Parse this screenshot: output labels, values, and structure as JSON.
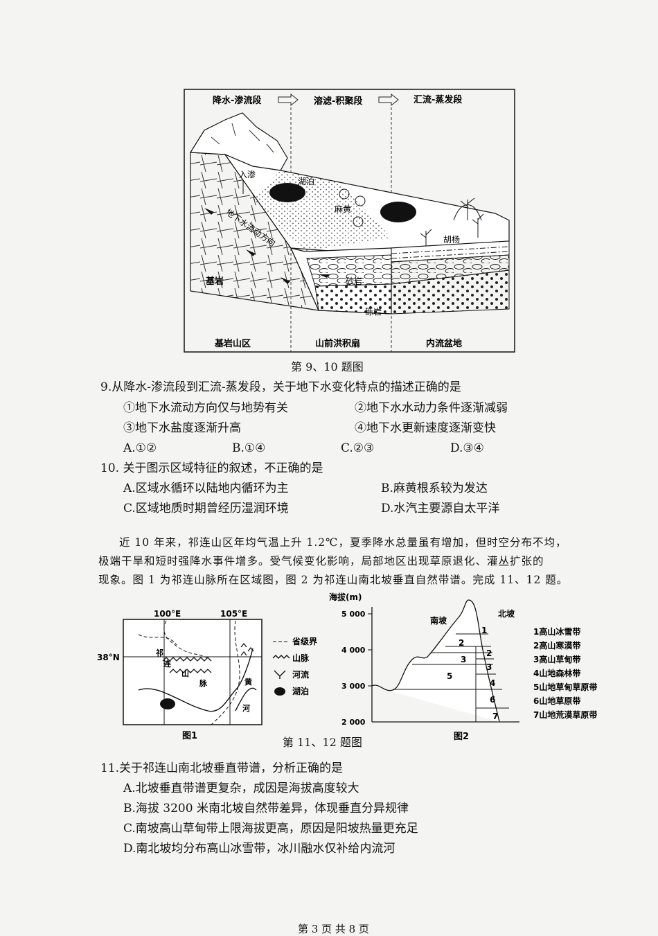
{
  "fig1": {
    "stages": [
      "降水-渗流段",
      "溶滤-积聚段",
      "汇流-蒸发段"
    ],
    "labels": {
      "infiltration": "入渗",
      "lake": "湖泊",
      "ephedra": "麻黄",
      "poplar": "胡杨",
      "flow": "地下水流动方向",
      "bedrock": "基岩",
      "sandstone": "砂岩",
      "conglomerate": "砾岩"
    },
    "zones": [
      "基岩山区",
      "山前洪积扇",
      "内流盆地"
    ],
    "caption": "第 9、10 题图"
  },
  "q9": {
    "stem": "9.从降水-渗流段到汇流-蒸发段，关于地下水变化特点的描述正确的是",
    "s1": "①地下水流动方向仅与地势有关",
    "s2": "②地下水水动力条件逐渐减弱",
    "s3": "③地下水盐度逐渐升高",
    "s4": "④地下水更新速度逐渐变快",
    "a": "A.①②",
    "b": "B.①④",
    "c": "C.②③",
    "d": "D.③④"
  },
  "q10": {
    "stem": "10. 关于图示区域特征的叙述，不正确的是",
    "a": "A.区域水循环以陆地内循环为主",
    "b": "B.麻黄根系较为发达",
    "c": "C.区域地质时期曾经历湿润环境",
    "d": "D.水汽主要源自太平洋"
  },
  "passage": {
    "l1": "近 10 年来，祁连山区年均气温上升 1.2℃，夏季降水总量虽有增加，但时空分布不均，",
    "l2": "极端干旱和短时强降水事件增多。受气候变化影响，局部地区出现草原退化、灌丛扩张的",
    "l3": "现象。图 1 为祁连山脉所在区域图，图 2 为祁连山南北坡垂直自然带谱。完成 11、12 题。"
  },
  "map": {
    "lon1": "100°E",
    "lon2": "105°E",
    "lat": "38°N",
    "range_name": "祁连山脉",
    "river_name": "黄河",
    "legend": [
      "省级界",
      "山脉",
      "河流",
      "湖泊"
    ],
    "title": "图1"
  },
  "profile": {
    "ylabel": "海拔(m)",
    "yticks": [
      "5 000",
      "4 000",
      "3 000",
      "2 000"
    ],
    "south": "南坡",
    "north": "北坡",
    "numbers": [
      "1",
      "2",
      "3",
      "4",
      "5",
      "6",
      "7"
    ],
    "legend": [
      "1高山冰雪带",
      "2高山寒漠带",
      "3高山草甸带",
      "4山地森林带",
      "5山地草甸草原带",
      "6山地草原带",
      "7山地荒漠草原带"
    ],
    "title": "图2"
  },
  "fig2_caption": "第 11、12 题图",
  "q11": {
    "stem": "11.关于祁连山南北坡垂直带谱，分析正确的是",
    "a": "A.北坡垂直带谱更复杂，成因是海拔高度较大",
    "b": "B.海拔 3200 米南北坡自然带差异，体现垂直分异规律",
    "c": "C.南坡高山草甸带上限海拔更高，原因是阳坡热量更充足",
    "d": "D.南北坡均分布高山冰雪带，冰川融水仅补给内流河"
  },
  "footer": "第 3 页 共 8 页"
}
